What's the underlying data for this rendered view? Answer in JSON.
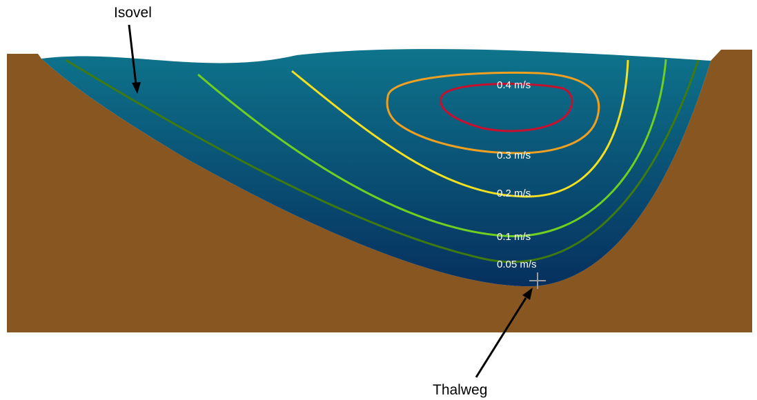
{
  "callouts": {
    "isovel": "Isovel",
    "thalweg": "Thalweg"
  },
  "isovels": [
    {
      "label": "0.4 m/s",
      "color": "#c8102e"
    },
    {
      "label": "0.3 m/s",
      "color": "#f0a020"
    },
    {
      "label": "0.2 m/s",
      "color": "#f5e020"
    },
    {
      "label": "0.1 m/s",
      "color": "#6fd020"
    },
    {
      "label": "0.05 m/s",
      "color": "#3f7a10"
    }
  ],
  "colors": {
    "bank": "#875621",
    "water_top": "#0e748c",
    "water_bottom": "#06305e",
    "thalweg_marker": "#9a9a9a"
  },
  "icons": {
    "thalweg_marker": "plus-cross"
  }
}
